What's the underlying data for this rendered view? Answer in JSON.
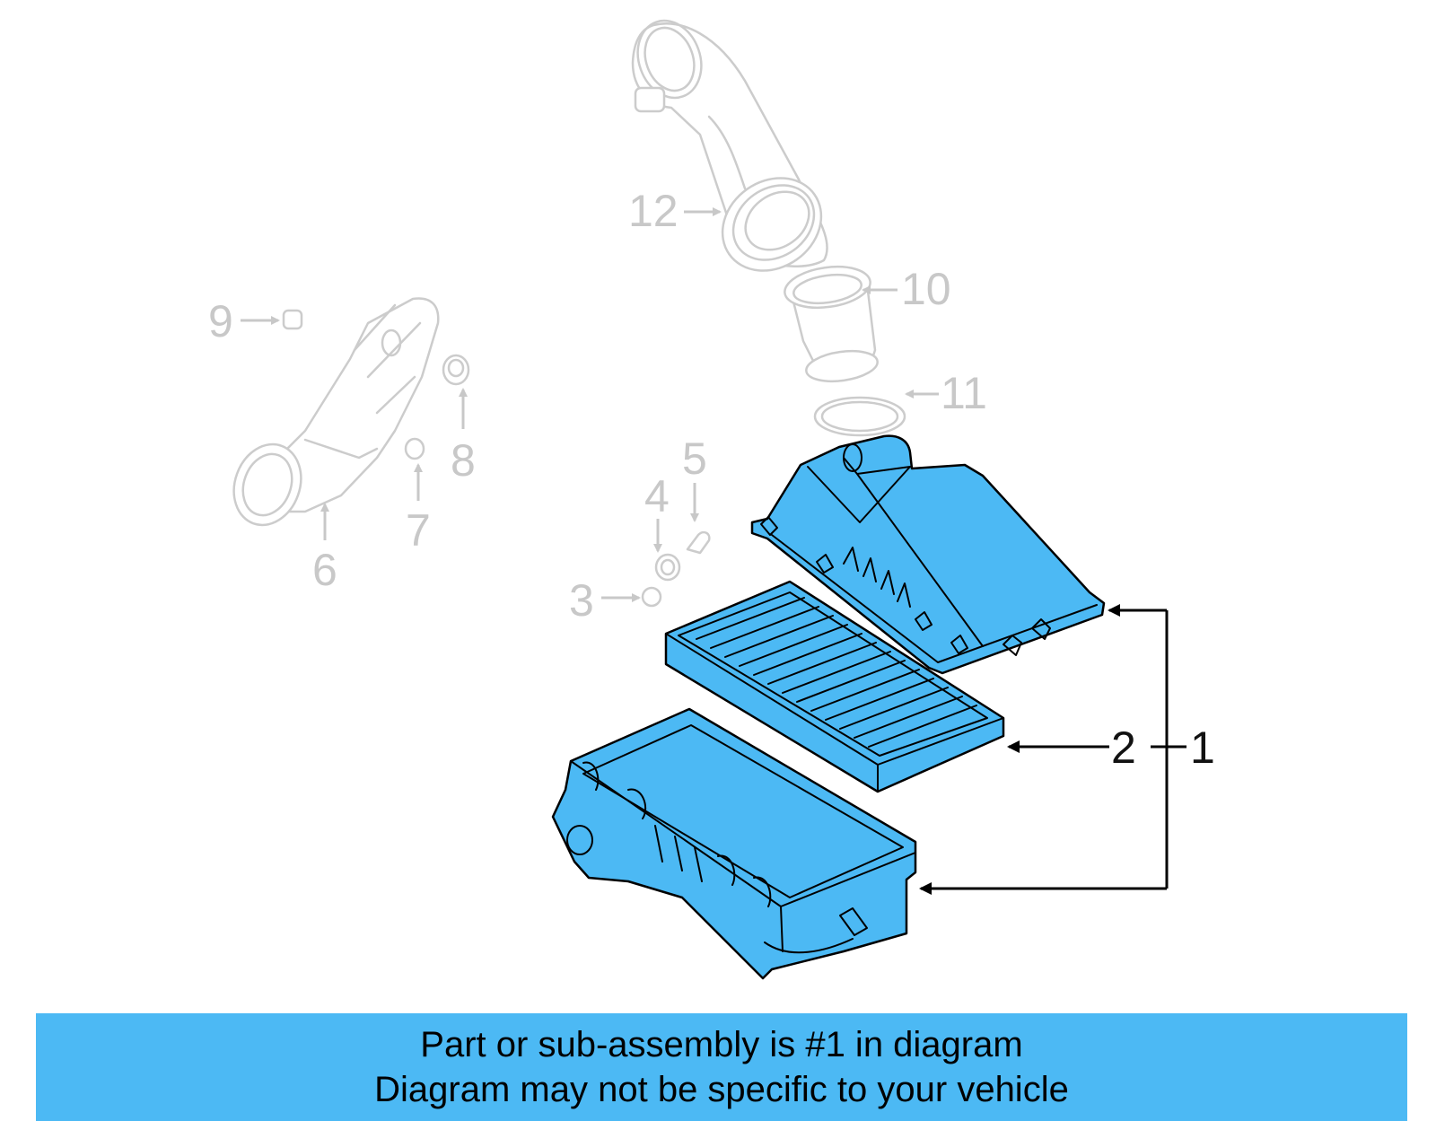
{
  "diagram": {
    "labels": {
      "p1": "1",
      "p2": "2",
      "p3": "3",
      "p4": "4",
      "p5": "5",
      "p6": "6",
      "p7": "7",
      "p8": "8",
      "p9": "9",
      "p10": "10",
      "p11": "11",
      "p12": "12"
    },
    "colors": {
      "highlight": "#4cb9f4",
      "ghost": "#cccccc",
      "outline": "#000000"
    }
  },
  "footer": {
    "line1": "Part or sub-assembly is #1 in diagram",
    "line2": "Diagram may not be specific to your vehicle",
    "background": "#4cb9f4"
  }
}
